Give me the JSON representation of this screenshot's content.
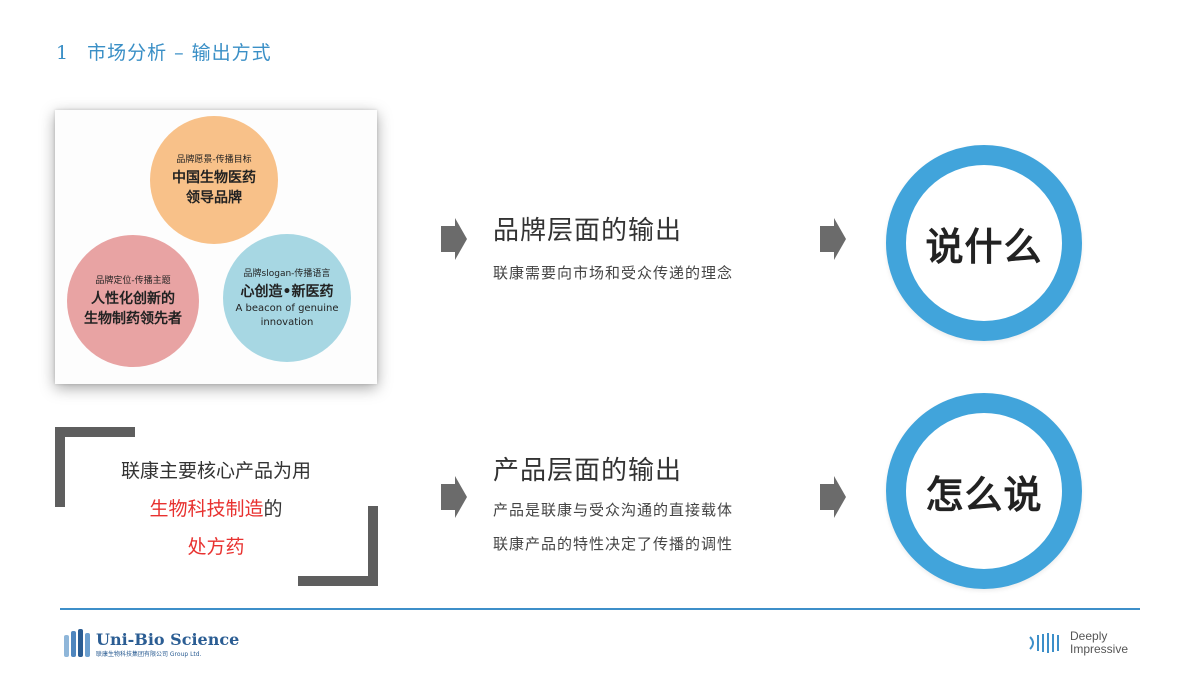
{
  "header": {
    "number": "1",
    "title": "市场分析 – 输出方式"
  },
  "venn": {
    "top": {
      "sub": "品牌愿景-传播目标",
      "line1": "中国生物医药",
      "line2": "领导品牌"
    },
    "left": {
      "sub": "品牌定位-传播主题",
      "line1": "人性化创新的",
      "line2": "生物制药领先者"
    },
    "right": {
      "sub": "品牌slogan-传播语言",
      "line1": "心创造•新医药",
      "en1": "A beacon of genuine",
      "en2": "innovation"
    }
  },
  "statement": {
    "line1": "联康主要核心产品为用",
    "line2_red": "生物科技制造",
    "line2_tail": "的",
    "line3_red": "处方药"
  },
  "brand_output": {
    "title": "品牌层面的输出",
    "desc": "联康需要向市场和受众传递的理念"
  },
  "product_output": {
    "title": "产品层面的输出",
    "desc1": "产品是联康与受众沟通的直接载体",
    "desc2": "联康产品的特性决定了传播的调性"
  },
  "rings": {
    "top": "说什么",
    "bottom": "怎么说"
  },
  "footer": {
    "left_brand": "Uni-Bio Science",
    "left_sub": "联康生物科技集团有限公司 Group Ltd.",
    "right_line1": "Deeply",
    "right_line2": "Impressive"
  },
  "colors": {
    "accent": "#41a4db",
    "highlight": "#e8312f",
    "header": "#3a8fc6"
  }
}
